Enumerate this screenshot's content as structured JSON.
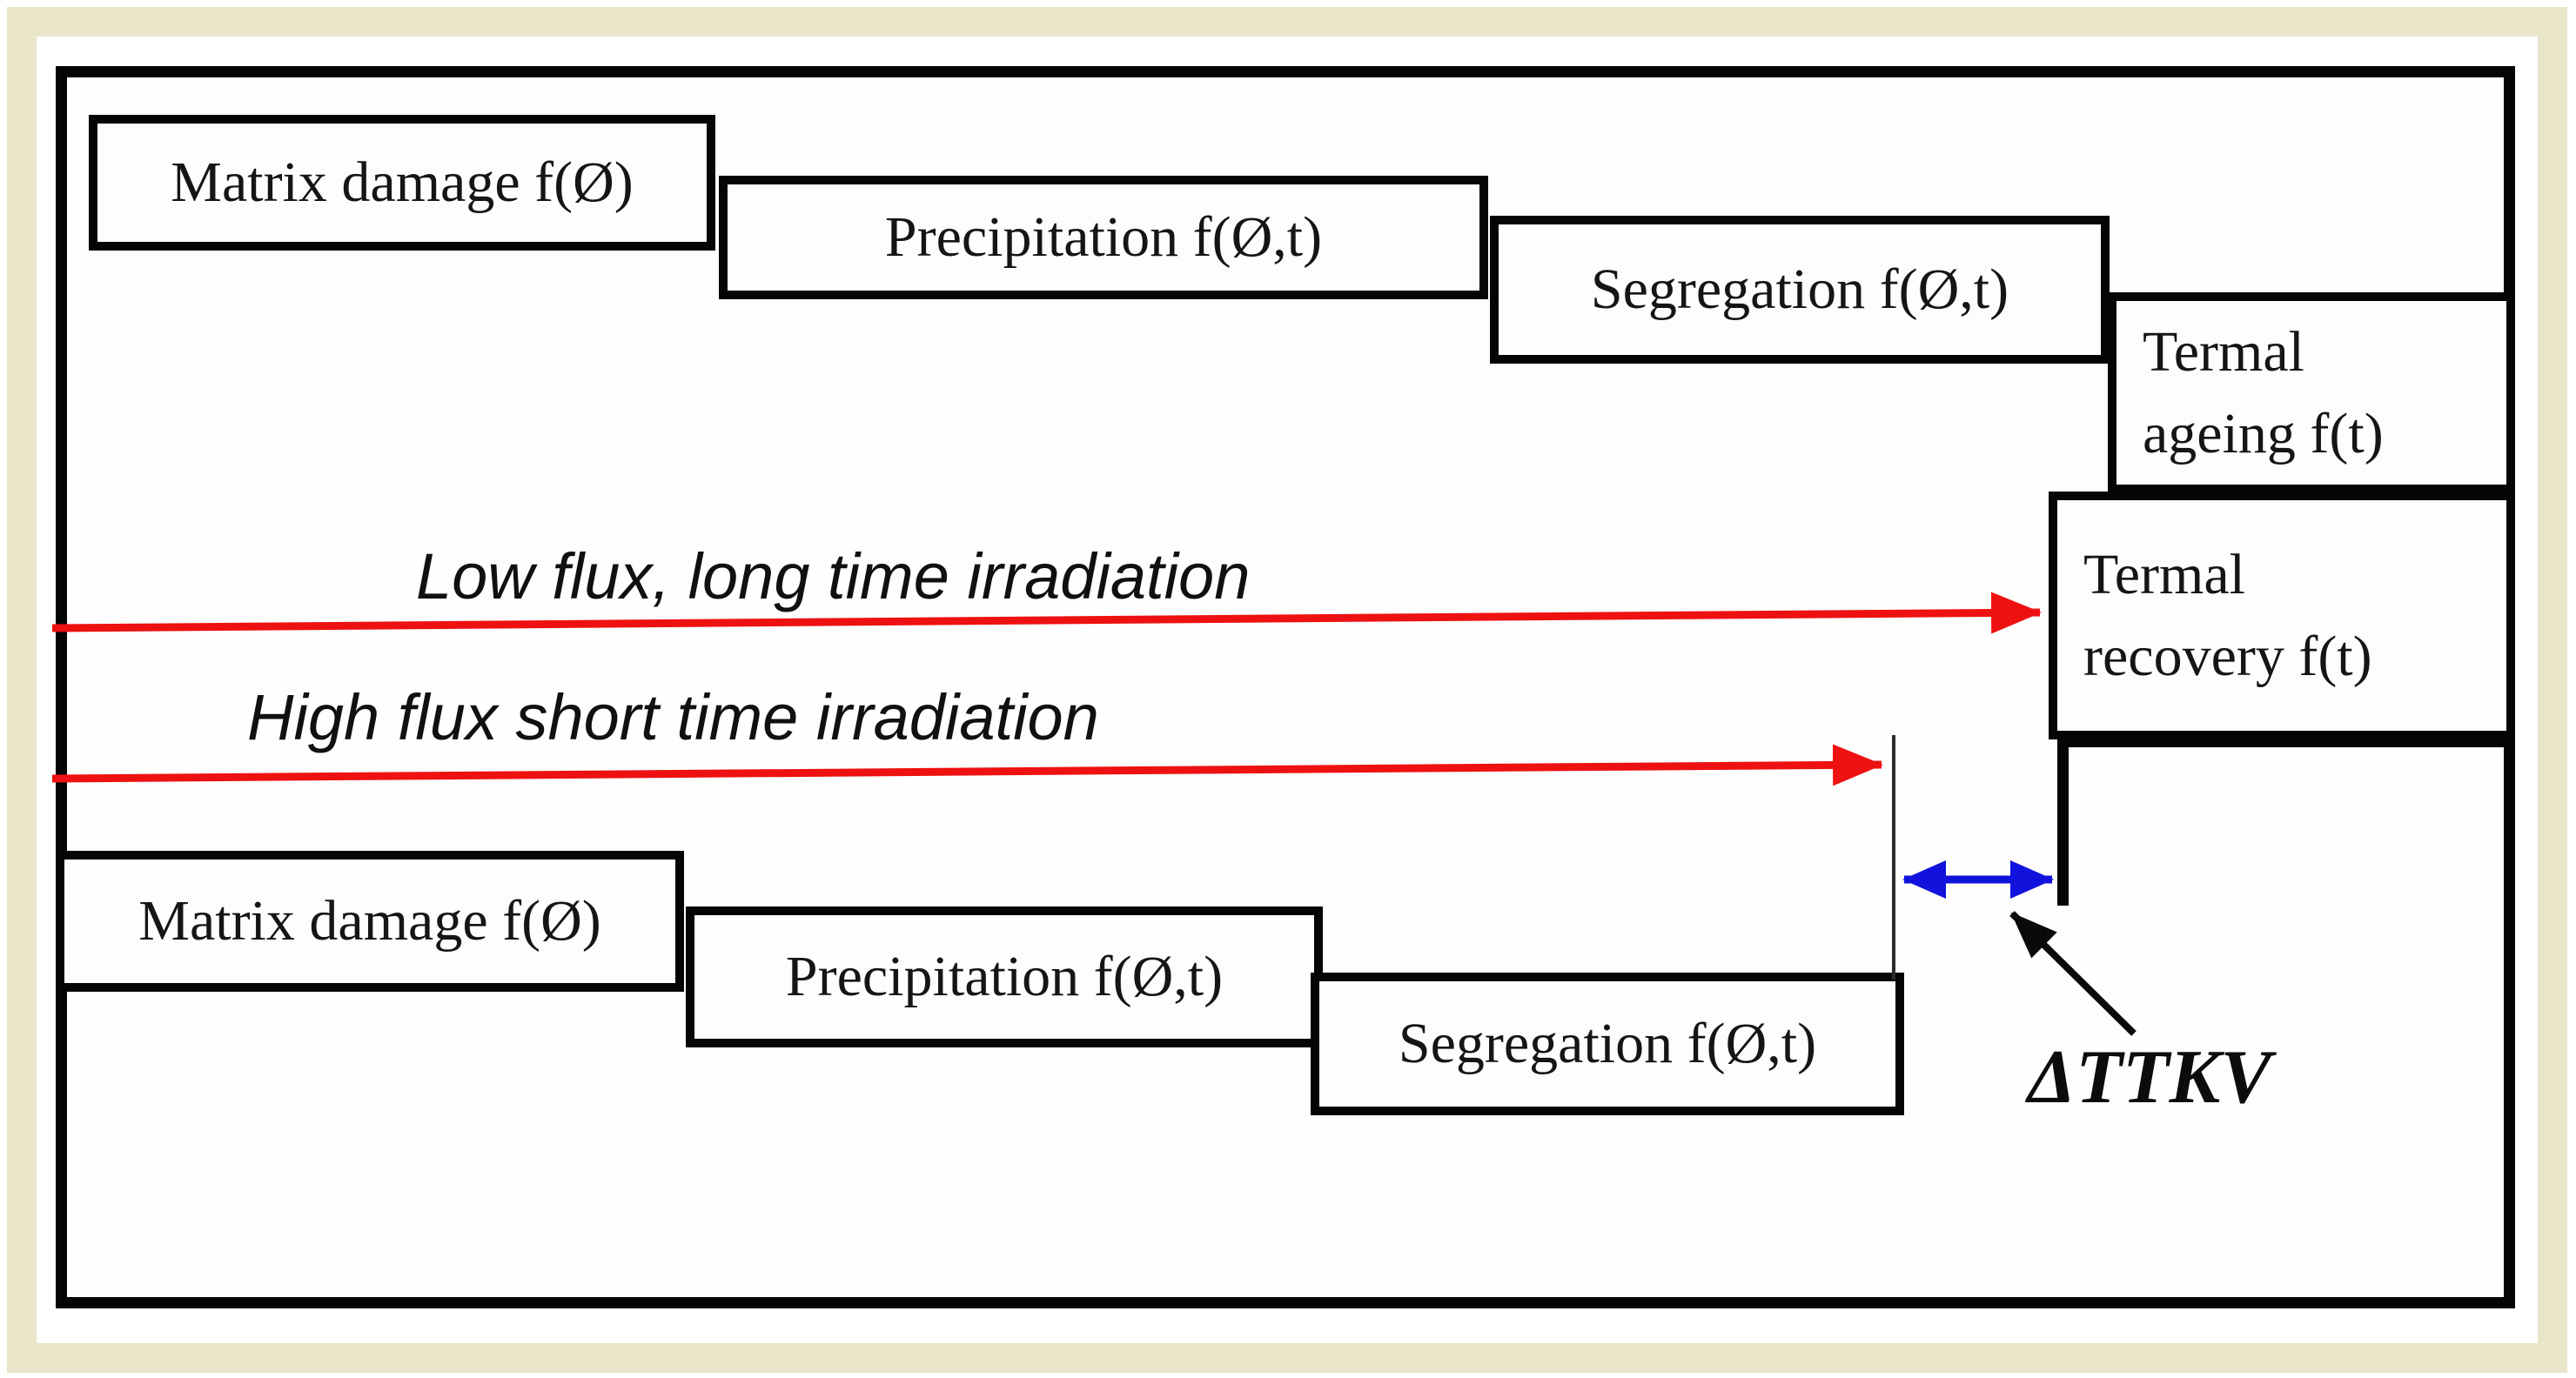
{
  "figure": {
    "type": "process-staircase-diagram",
    "top_row": [
      {
        "label": "Matrix damage f(Ø)"
      },
      {
        "label": "Precipitation f(Ø,t)"
      },
      {
        "label": "Segregation f(Ø,t)"
      },
      {
        "label": "Termal\nageing f(t)"
      },
      {
        "label": "Termal\nrecovery f(t)"
      }
    ],
    "bottom_row": [
      {
        "label": "Matrix damage f(Ø)"
      },
      {
        "label": "Precipitation f(Ø,t)"
      },
      {
        "label": "Segregation f(Ø,t)"
      }
    ],
    "annotations": {
      "low_flux_label": "Low flux, long time irradiation",
      "high_flux_label": "High flux short time irradiation",
      "delta_label": "ΔTTKV"
    },
    "colors": {
      "arrow_red": "#ee1111",
      "arrow_blue": "#1212dd",
      "ink_black": "#0a0a0a",
      "frame_beige": "#e9e5c9"
    }
  }
}
